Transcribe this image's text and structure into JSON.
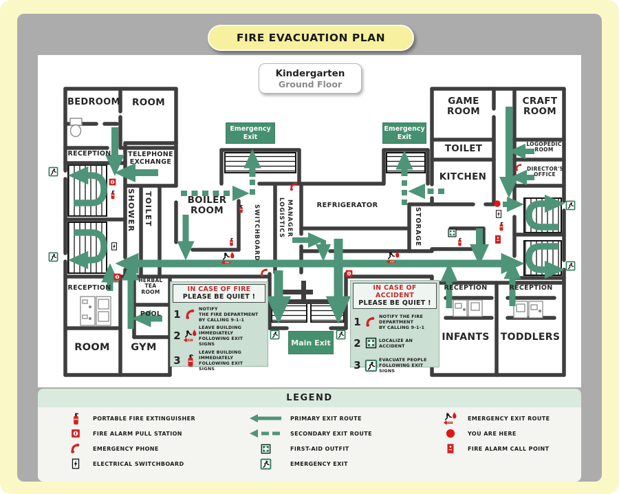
{
  "title": "FIRE EVACUATION PLAN",
  "subtitle": {
    "name": "Kindergarten",
    "floor": "Ground Floor"
  },
  "labels": {
    "emergency_exit": "Emergency\nExit",
    "main_exit": "Main Exit"
  },
  "rooms": {
    "bedroom": "BEDROOM",
    "room_top": "ROOM",
    "reception_top_left": "RECEPTION",
    "telephone_exchange": "TELEPHONE\nEXCHANGE",
    "shower": "SHOWER",
    "toilet_left": "TOILET",
    "boiler_room": "BOILER\nROOM",
    "switchboard": "SWITCHBOARD",
    "logistics": "LOGISTICS",
    "manager": "MANAGER",
    "refrigerator": "REFRIGERATOR",
    "storage": "STORAGE",
    "kitchen": "KITCHEN",
    "game_room": "GAME\nROOM",
    "craft_room": "CRAFT\nROOM",
    "toilet_right": "TOILET",
    "logopedic_room": "LOGOPEDIC\nROOM",
    "directors_office": "DIRECTOR'S\nOFFICE",
    "reception_bottom_left": "RECEPTION",
    "herbal_tea_room": "HERBAL\nTEA\nROOM",
    "pool": "POOL",
    "room_bottom": "ROOM",
    "gym": "GYM",
    "reception_infants": "RECEPTION",
    "reception_toddlers": "RECEPTION",
    "infants": "INFANTS",
    "toddlers": "TODDLERS"
  },
  "panels": {
    "fire": {
      "title": "IN CASE OF FIRE",
      "quiet": "PLEASE BE QUIET !",
      "steps": [
        {
          "num": "1",
          "icon": "emergency-phone-icon",
          "text": "NOTIFY\nTHE FIRE DEPARTMENT\nBY CALLING 9-1-1"
        },
        {
          "num": "2",
          "icon": "emergency-exit-route-icon",
          "text": "LEAVE BUILDING\nIMMEDIATELY\nFOLLOWING EXIT\nSIGNS"
        },
        {
          "num": "3",
          "icon": "fire-extinguisher-icon",
          "text": "LEAVE BUILDING\nIMMEDIATELY\nFOLLOWING EXIT\nSIGNS"
        }
      ]
    },
    "accident": {
      "title": "IN CASE OF ACCIDENT",
      "quiet": "PLEASE BE QUIET !",
      "steps": [
        {
          "num": "1",
          "icon": "emergency-phone-icon",
          "text": "NOTIFY THE FIRE\nDEPARTMENT\nBY CALLING 9-1-1"
        },
        {
          "num": "2",
          "icon": "first-aid-icon",
          "text": "LOCALIZE AN\nACCIDENT"
        },
        {
          "num": "3",
          "icon": "emergency-exit-icon",
          "text": "EVACUATE PEOPLE\nFOLLOWING EXIT\nSIGNS"
        }
      ]
    }
  },
  "legend": {
    "title": "LEGEND",
    "col1": [
      {
        "icon": "fire-extinguisher-icon",
        "label": "PORTABLE FIRE EXTINGUISHER"
      },
      {
        "icon": "fire-alarm-pull-station-icon",
        "label": "FIRE ALARM PULL STATION"
      },
      {
        "icon": "emergency-phone-icon",
        "label": "EMERGENCY PHONE"
      },
      {
        "icon": "electrical-switchboard-icon",
        "label": "ELECTRICAL SWITCHBOARD"
      }
    ],
    "col2": [
      {
        "icon": "primary-exit-route-arrow",
        "label": "PRIMARY EXIT ROUTE"
      },
      {
        "icon": "secondary-exit-route-arrow",
        "label": "SECONDARY EXIT ROUTE"
      },
      {
        "icon": "first-aid-icon",
        "label": "FIRST-AID OUTFIT"
      },
      {
        "icon": "emergency-exit-icon",
        "label": "EMERGENCY EXIT"
      }
    ],
    "col3": [
      {
        "icon": "emergency-exit-route-icon",
        "label": "EMERGENCY EXIT ROUTE"
      },
      {
        "icon": "you-are-here-icon",
        "label": "YOU ARE HERE"
      },
      {
        "icon": "fire-alarm-call-point-icon",
        "label": "FIRE ALARM CALL POINT"
      }
    ]
  },
  "colors": {
    "primary_green": "#4E9478",
    "sign_green": "#45906E",
    "alarm_red": "#D42020",
    "wall": "#3E3E3E",
    "page_yellow": "#FAF8C6",
    "panel_gray": "#ACACAC",
    "title_yellow": "#F6F09F",
    "legend_header_green": "#D9EADF",
    "instruction_panel_green": "#CBDFD3"
  }
}
